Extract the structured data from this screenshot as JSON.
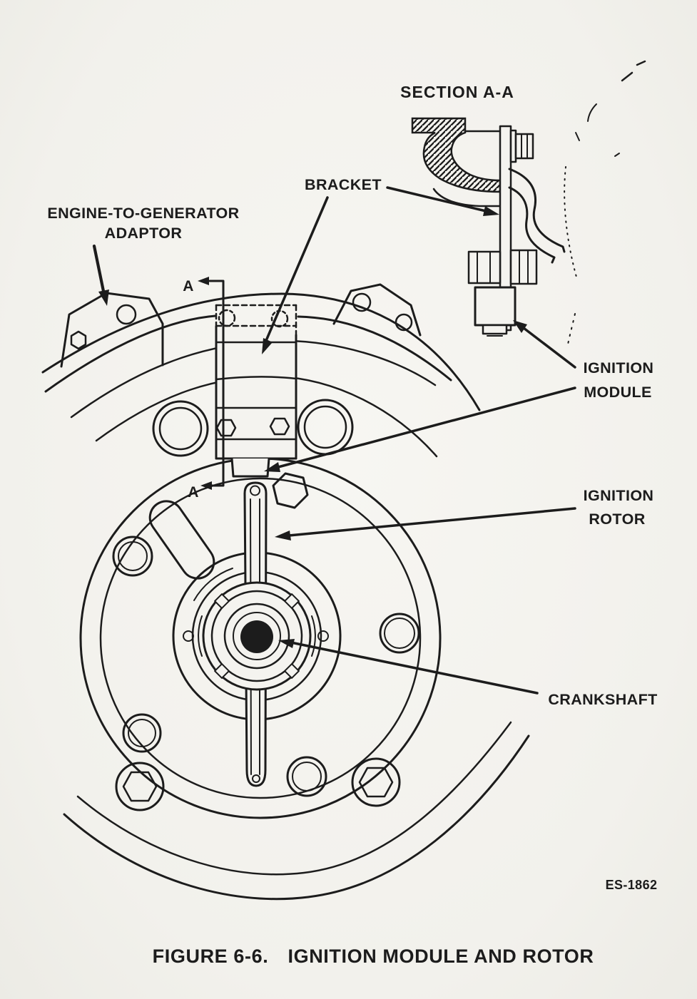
{
  "figure": {
    "caption_prefix": "FIGURE 6-6.",
    "caption_title": "IGNITION MODULE AND ROTOR",
    "drawing_number": "ES-1862"
  },
  "section_view": {
    "title": "SECTION A-A"
  },
  "labels": {
    "engine_adaptor_line1": "ENGINE-TO-GENERATOR",
    "engine_adaptor_line2": "ADAPTOR",
    "bracket": "BRACKET",
    "ignition_module_line1": "IGNITION",
    "ignition_module_line2": "MODULE",
    "ignition_rotor_line1": "IGNITION",
    "ignition_rotor_line2": "ROTOR",
    "crankshaft": "CRANKSHAFT",
    "section_cut_top": "A",
    "section_cut_bottom": "A"
  },
  "colors": {
    "paper": "#f4f3ef",
    "ink": "#1c1c1c"
  }
}
